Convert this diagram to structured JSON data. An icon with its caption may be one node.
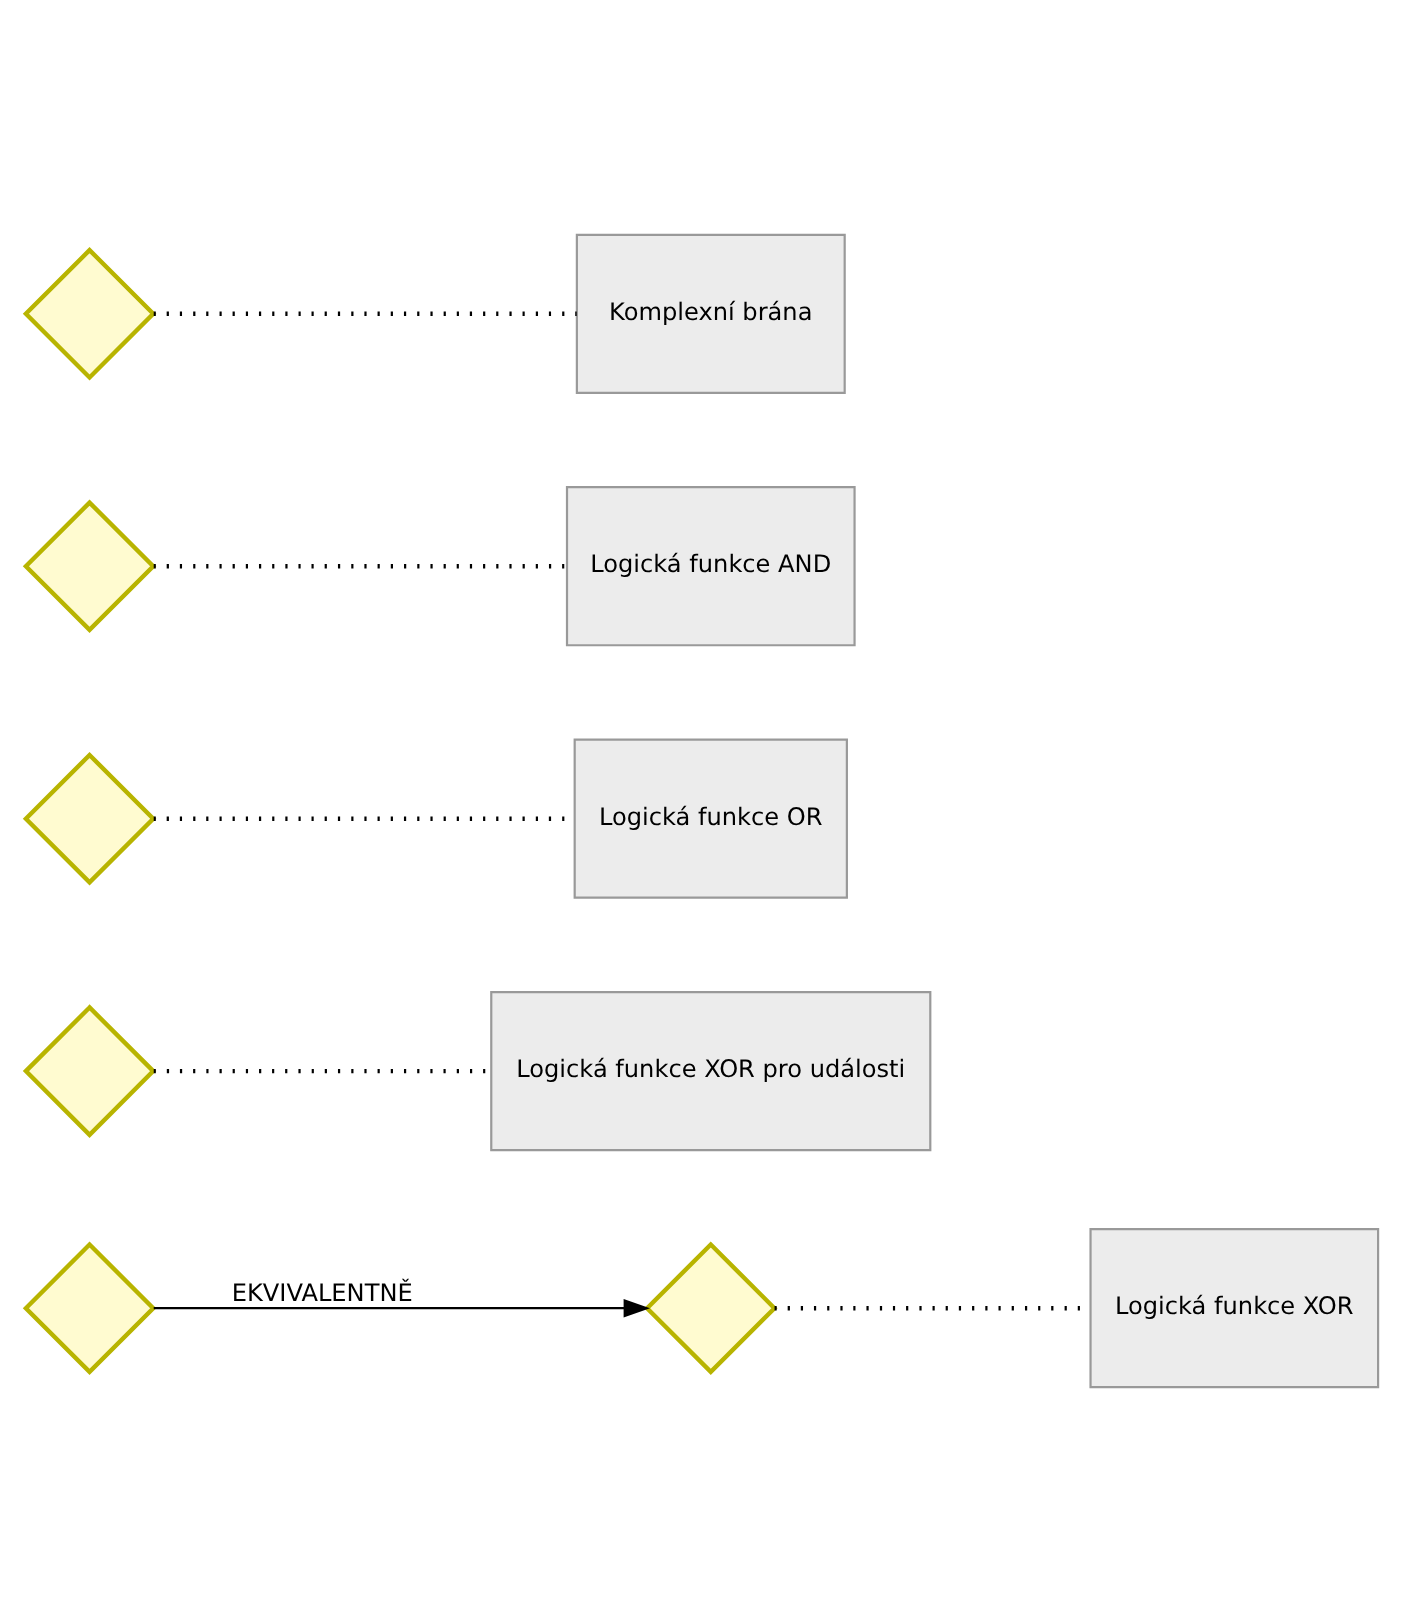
{
  "diagram": {
    "nodes": [
      {
        "text": [],
        "shape": "diamond"
      },
      {
        "text": [],
        "shape": "diamond"
      },
      {
        "text": [
          "Logická funkce XOR"
        ]
      },
      {
        "text": [],
        "shape": "diamond"
      },
      {
        "text": [
          "Logická funkce XOR pro události"
        ]
      },
      {
        "text": [],
        "shape": "diamond"
      },
      {
        "text": [
          "Logická funkce OR"
        ]
      },
      {
        "text": [],
        "shape": "diamond"
      },
      {
        "text": [
          "Logická funkce AND"
        ]
      },
      {
        "text": [],
        "shape": "diamond"
      },
      {
        "text": [
          "Komplexní brána"
        ]
      }
    ],
    "edges": [
      {
        "from": 0,
        "to": 1,
        "arrow": "to",
        "label": "EKVIVALENTNĚ"
      },
      {
        "from": 1,
        "to": 2,
        "arrow": "none",
        "style": "dashed"
      },
      {
        "from": 3,
        "to": 4,
        "arrow": "none",
        "style": "dashed"
      },
      {
        "from": 5,
        "to": 6,
        "arrow": "none",
        "style": "dashed"
      },
      {
        "from": 7,
        "to": 8,
        "arrow": "none",
        "style": "dashed"
      },
      {
        "from": 9,
        "to": 10,
        "arrow": "none",
        "style": "dashed"
      }
    ]
  }
}
